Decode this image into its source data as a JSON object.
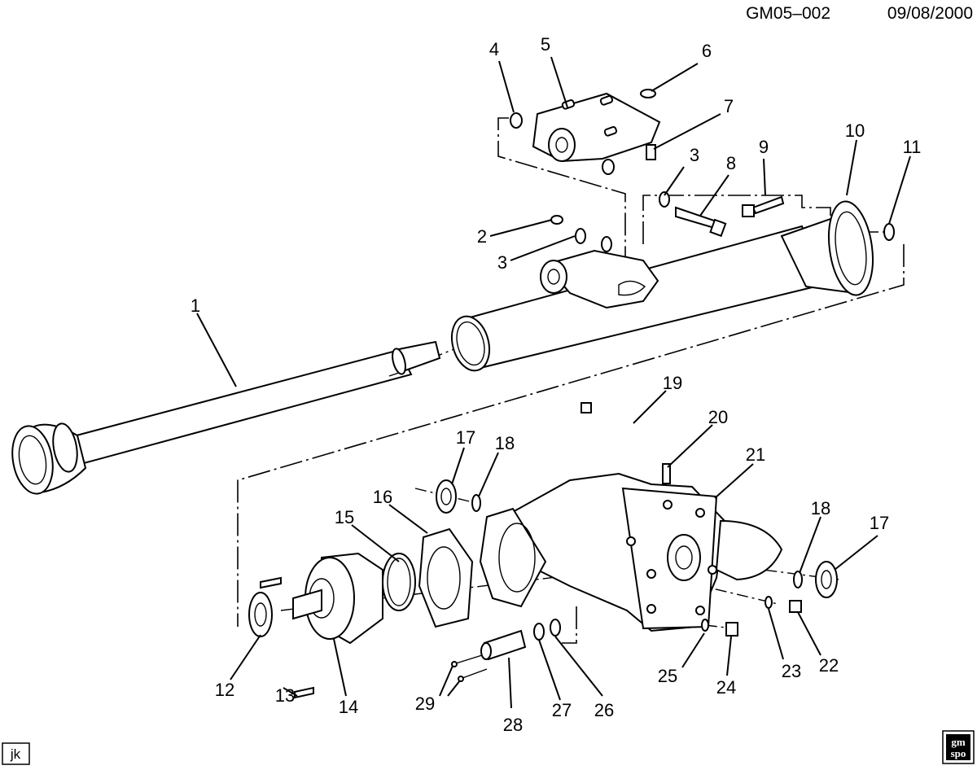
{
  "header": {
    "illustration_id": "GM05–002",
    "date": "09/08/2000"
  },
  "footer": {
    "artist_initials": "jk",
    "logo_line1": "gm",
    "logo_line2": "spo"
  },
  "callouts": [
    "1",
    "2",
    "3",
    "3",
    "4",
    "5",
    "6",
    "7",
    "8",
    "9",
    "10",
    "11",
    "12",
    "13",
    "14",
    "15",
    "16",
    "17",
    "17",
    "18",
    "18",
    "19",
    "20",
    "21",
    "22",
    "23",
    "24",
    "25",
    "26",
    "27",
    "28",
    "29"
  ],
  "line_color": "#000000",
  "background_color": "#ffffff"
}
